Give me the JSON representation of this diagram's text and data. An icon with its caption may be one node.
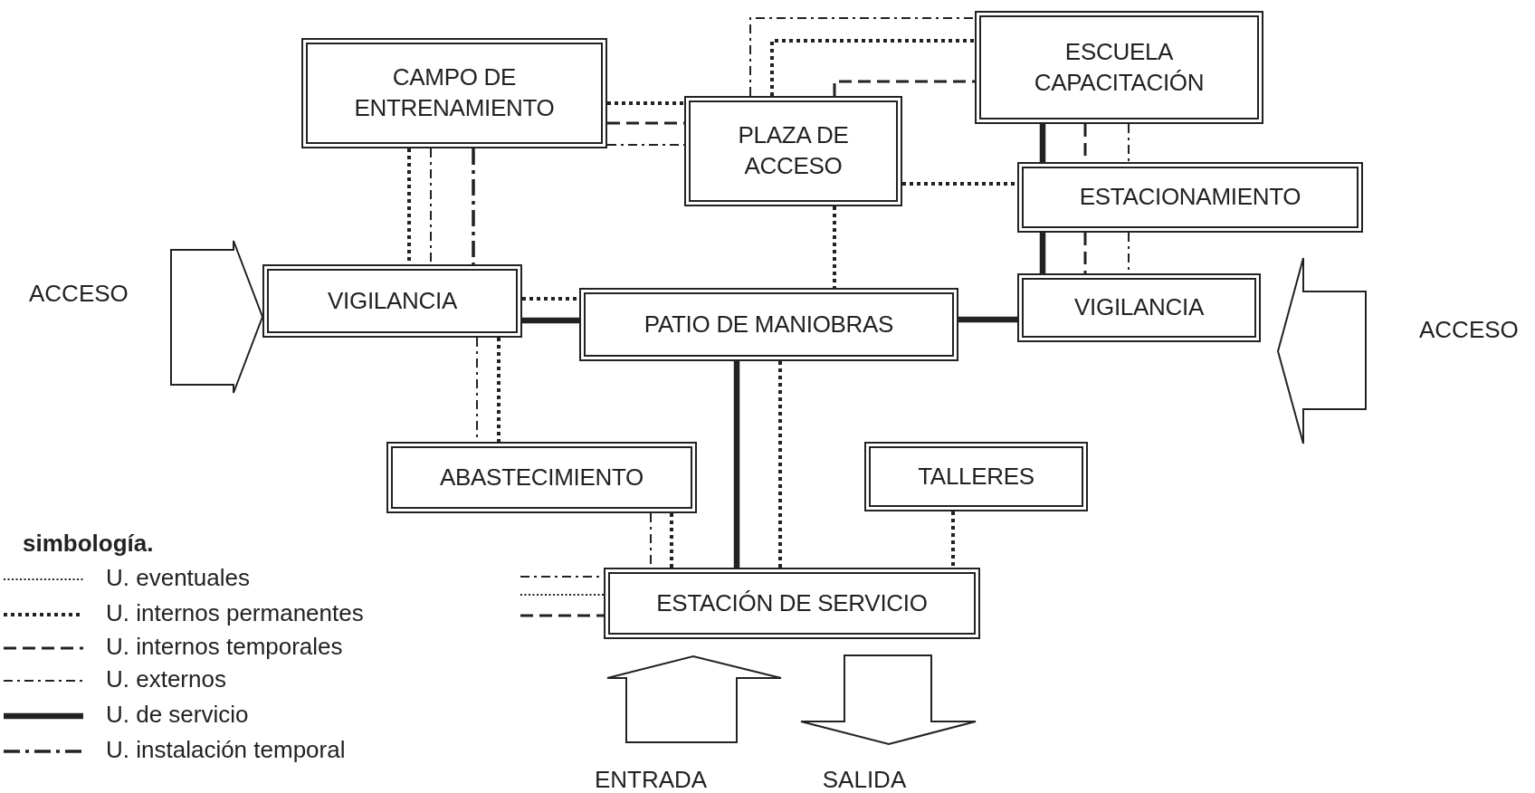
{
  "diagram": {
    "nodes": [
      {
        "text": [
          "CAMPO DE ENTRENAMIENTO"
        ]
      },
      {
        "text": [
          "PLAZA DE ACCESO"
        ]
      },
      {
        "text": [
          "ESCUELA CAPACITACIÓN"
        ]
      },
      {
        "text": [
          "ESTACIONAMIENTO"
        ]
      },
      {
        "text": [
          "VIGILANCIA"
        ]
      },
      {
        "text": [
          "PATIO DE MANIOBRAS"
        ]
      },
      {
        "text": [
          "VIGILANCIA"
        ]
      },
      {
        "text": [
          "ABASTECIMIENTO"
        ]
      },
      {
        "text": [
          "TALLERES"
        ]
      },
      {
        "text": [
          "ESTACIÓN DE SERVICIO"
        ]
      }
    ],
    "edges": [
      {
        "from": 0,
        "to": 1,
        "arrow": "none",
        "style": "dashed"
      },
      {
        "from": 0,
        "to": 1,
        "arrow": "none",
        "style": "dashed"
      },
      {
        "from": 0,
        "to": 1,
        "arrow": "none",
        "style": "dashed"
      },
      {
        "from": 1,
        "to": 2,
        "arrow": "none",
        "style": "dashed"
      },
      {
        "from": 1,
        "to": 2,
        "arrow": "none",
        "style": "dashed"
      },
      {
        "from": 1,
        "to": 2,
        "arrow": "none",
        "style": "dashed"
      },
      {
        "from": 0,
        "to": 4,
        "arrow": "none",
        "style": "dashed"
      },
      {
        "from": 0,
        "to": 4,
        "arrow": "none",
        "style": "dashed"
      },
      {
        "from": 0,
        "to": 4,
        "arrow": "none",
        "style": "dashed"
      },
      {
        "from": 1,
        "to": 3,
        "arrow": "none",
        "style": "dashed"
      },
      {
        "from": 2,
        "to": 3,
        "arrow": "none",
        "style": "thick"
      },
      {
        "from": 2,
        "to": 3,
        "arrow": "none",
        "style": "dashed"
      },
      {
        "from": 2,
        "to": 3,
        "arrow": "none",
        "style": "dashed"
      },
      {
        "from": 1,
        "to": 5,
        "arrow": "none",
        "style": "dashed"
      },
      {
        "from": 4,
        "to": 5,
        "arrow": "none",
        "style": "dashed"
      },
      {
        "from": 4,
        "to": 5,
        "arrow": "none",
        "style": "thick"
      },
      {
        "from": 5,
        "to": 6,
        "arrow": "none",
        "style": "thick"
      },
      {
        "from": 3,
        "to": 6,
        "arrow": "none",
        "style": "thick"
      },
      {
        "from": 3,
        "to": 6,
        "arrow": "none",
        "style": "dashed"
      },
      {
        "from": 3,
        "to": 6,
        "arrow": "none",
        "style": "dashed"
      },
      {
        "from": 4,
        "to": 7,
        "arrow": "none",
        "style": "dashed"
      },
      {
        "from": 4,
        "to": 7,
        "arrow": "none",
        "style": "dashed"
      },
      {
        "from": 5,
        "to": 9,
        "arrow": "none",
        "style": "thick"
      },
      {
        "from": 5,
        "to": 9,
        "arrow": "none",
        "style": "dashed"
      },
      {
        "from": 7,
        "to": 9,
        "arrow": "none",
        "style": "dashed"
      },
      {
        "from": 7,
        "to": 9,
        "arrow": "none",
        "style": "dashed"
      },
      {
        "from": 8,
        "to": 9,
        "arrow": "none",
        "style": "dashed"
      },
      {
        "from": null,
        "to": 9,
        "arrow": "none",
        "style": "dashed"
      },
      {
        "from": null,
        "to": 9,
        "arrow": "none",
        "style": "dashed"
      },
      {
        "from": null,
        "to": 9,
        "arrow": "none",
        "style": "dashed"
      }
    ],
    "labels": [
      "ACCESO",
      "ACCESO",
      "simbología.",
      "ENTRADA",
      "SALIDA"
    ],
    "legend": [
      {
        "text": "U. eventuales"
      },
      {
        "text": "U. internos permanentes"
      },
      {
        "text": "U. internos temporales"
      },
      {
        "text": "U. externos"
      },
      {
        "text": "U. de servicio"
      },
      {
        "text": "U. instalación temporal"
      }
    ]
  }
}
